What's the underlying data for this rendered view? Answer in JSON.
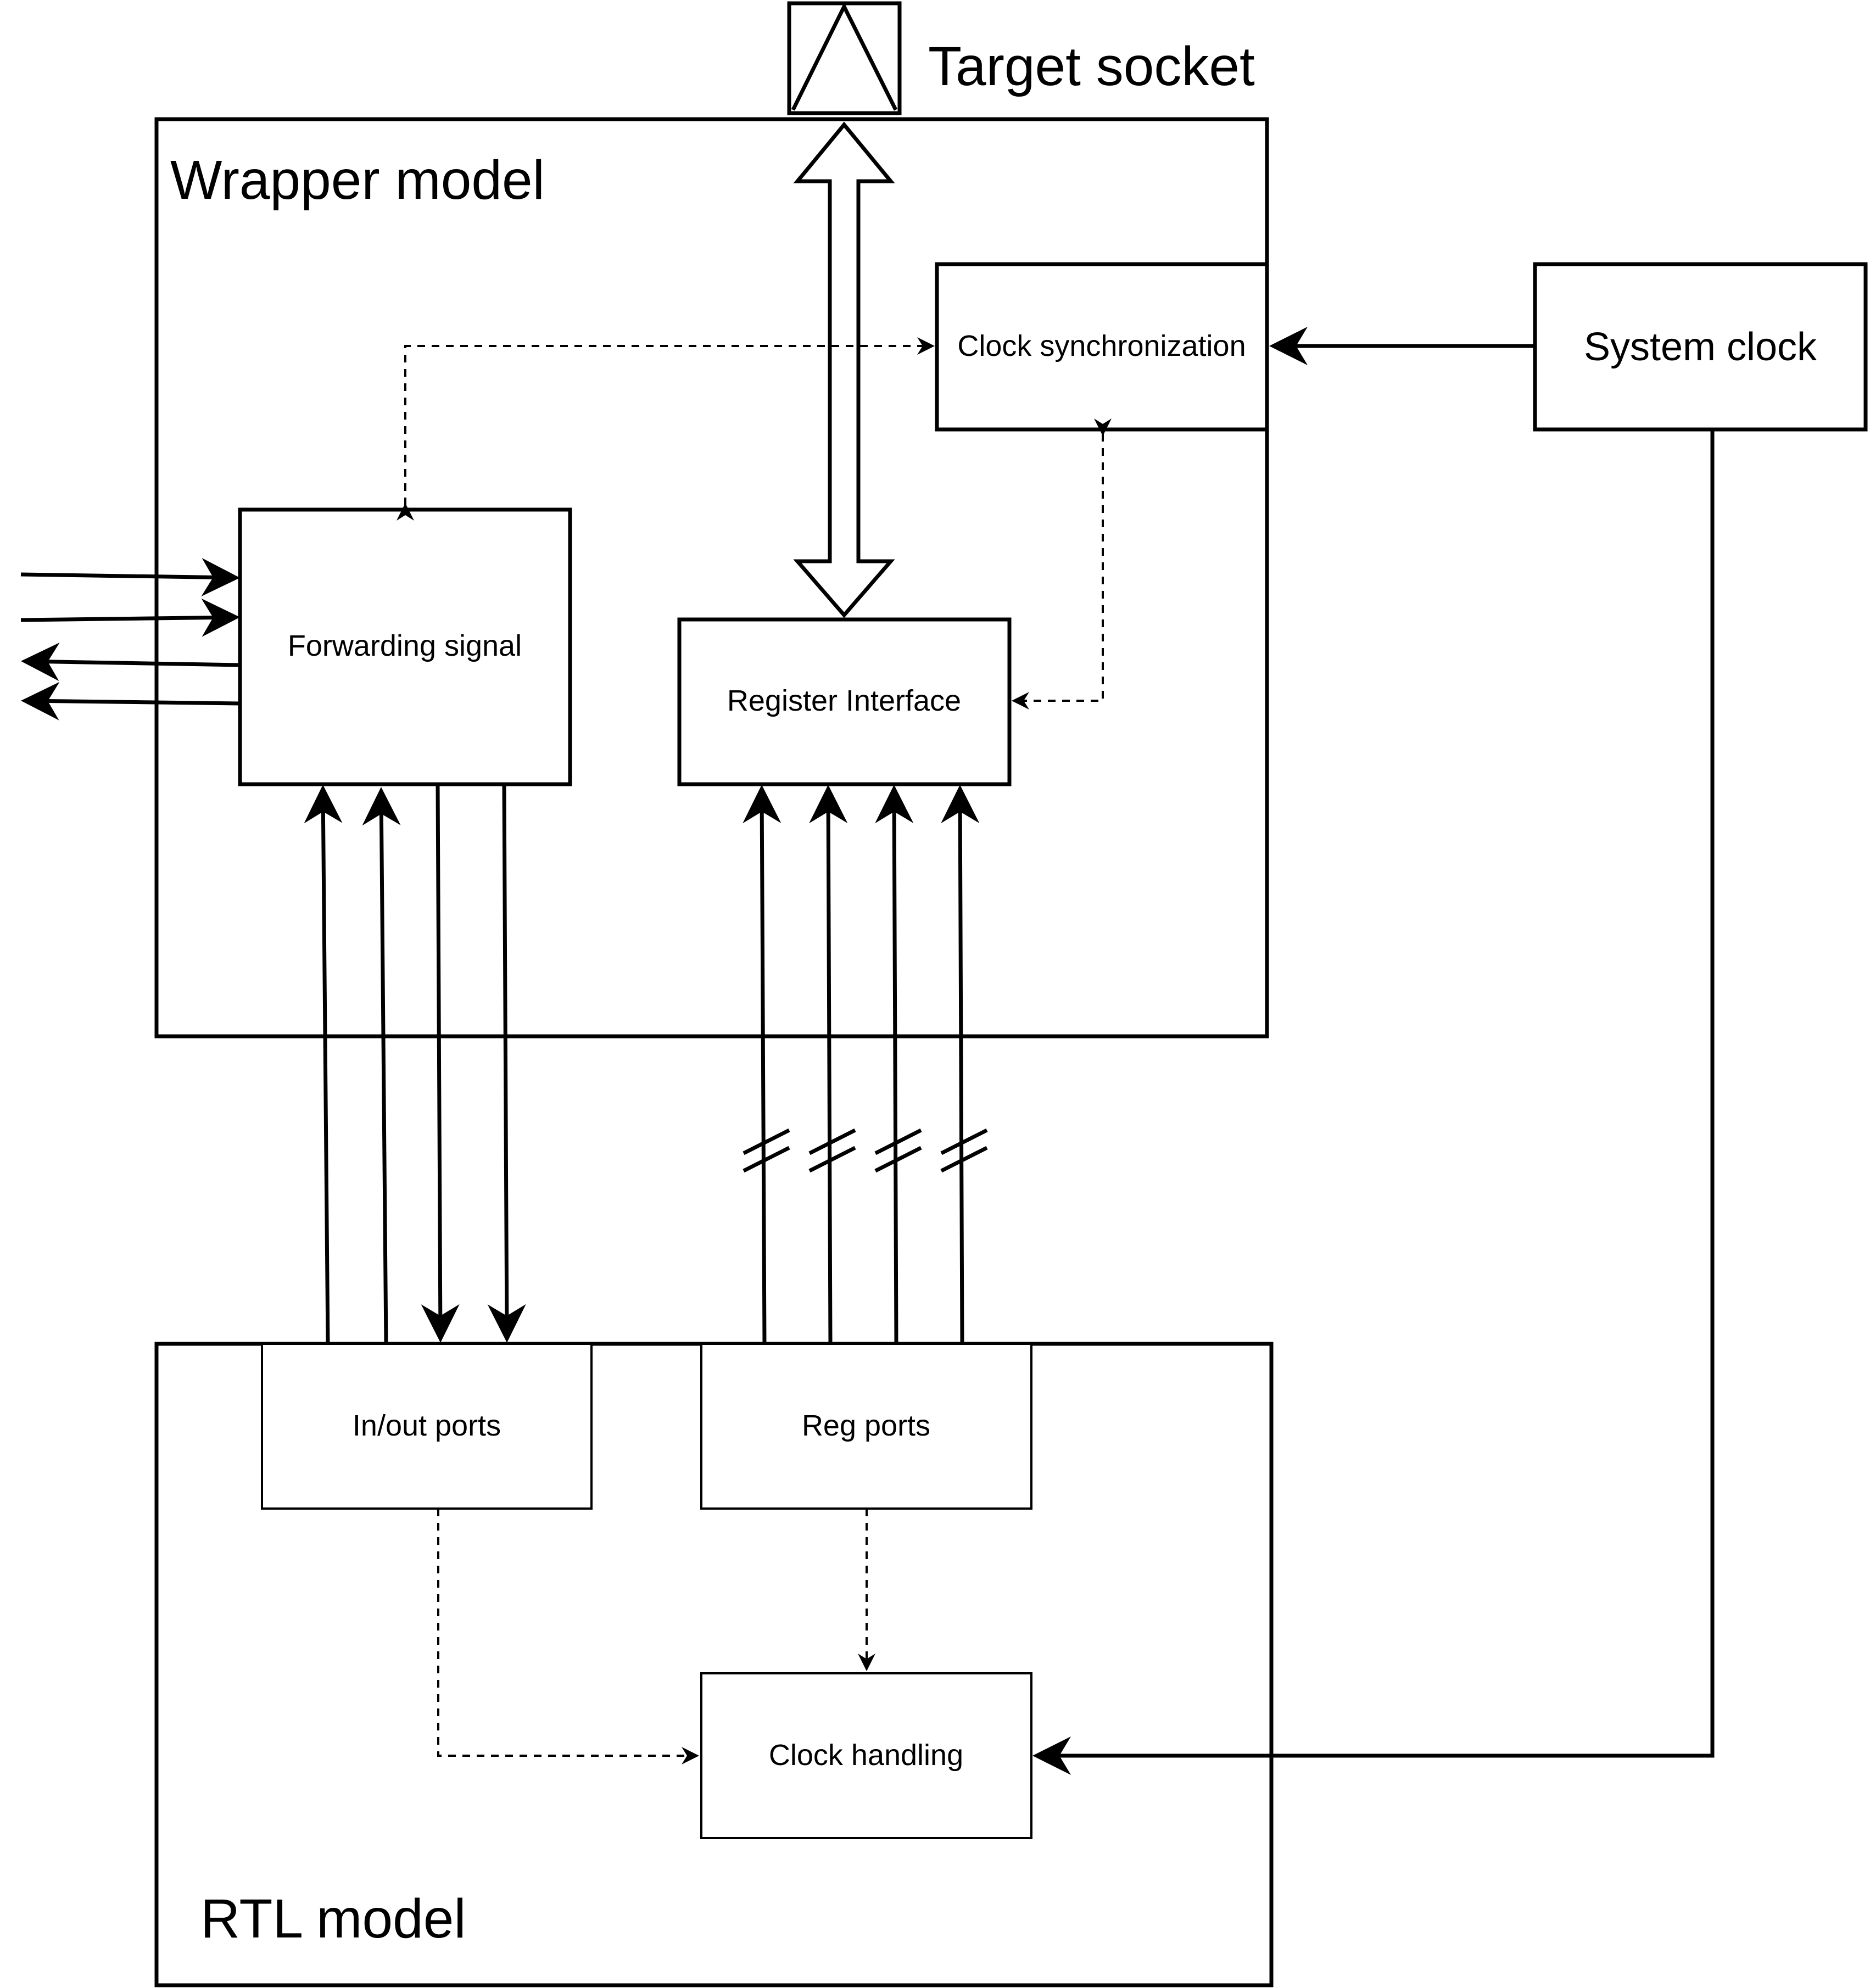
{
  "labels": {
    "target_socket": "Target socket",
    "wrapper_model": "Wrapper model",
    "clock_synchronization": "Clock synchronization",
    "system_clock": "System clock",
    "forwarding_signal": "Forwarding signal",
    "register_interface": "Register Interface",
    "in_out_ports": "In/out ports",
    "reg_ports": "Reg ports",
    "clock_handling": "Clock handling",
    "rtl_model": "RTL model"
  },
  "icons": {
    "target_socket": "target-socket-icon"
  },
  "colors": {
    "line": "#000000",
    "background": "#ffffff"
  }
}
